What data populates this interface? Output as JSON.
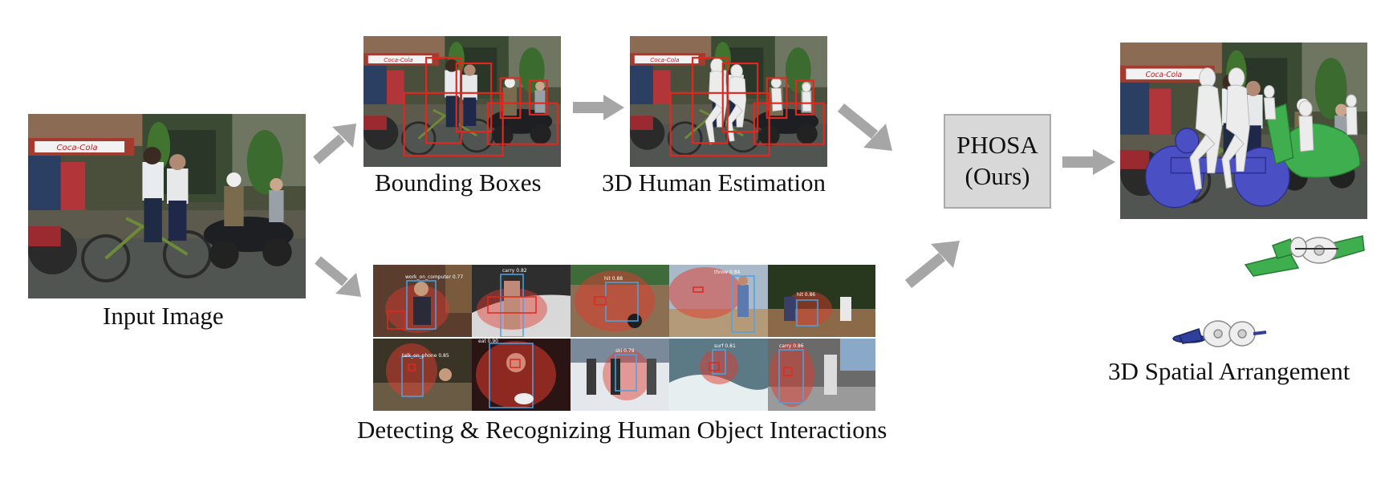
{
  "captions": {
    "input_image": "Input Image",
    "bounding_boxes": "Bounding Boxes",
    "human_estimation": "3D Human Estimation",
    "hoi": "Detecting & Recognizing Human Object Interactions",
    "spatial": "3D Spatial Arrangement"
  },
  "phosa": {
    "line1": "PHOSA",
    "line2": "(Ours)"
  },
  "banner_text": "Coca-Cola",
  "hoi_labels": [
    "work_on_computer 0.77",
    "carry 0.82",
    "hit 0.88",
    "throw 0.84",
    "hit 0.86",
    "talk_on_phone 0.85",
    "eat 0.90",
    "ski 0.79",
    "surf 0.81",
    "carry 0.86"
  ],
  "colors": {
    "box_red": "#e0281e",
    "box_blue": "#4aa3e8",
    "arrow_gray": "#a6a6a6",
    "mesh_blue": "#4b4fc4",
    "mesh_green": "#3fae4f",
    "human_white": "#eeeeee"
  }
}
